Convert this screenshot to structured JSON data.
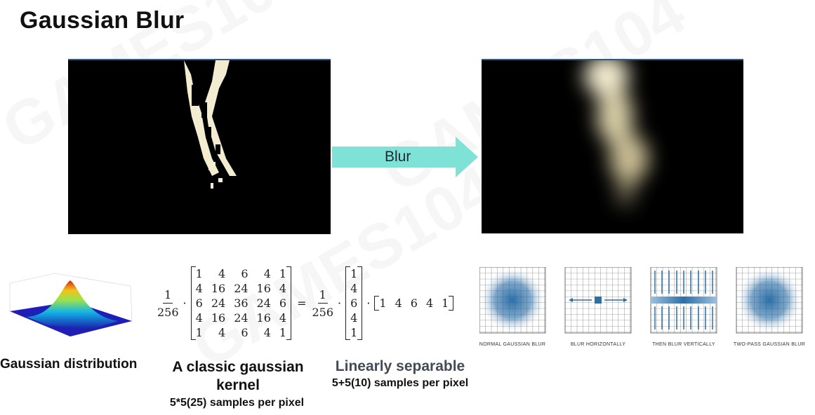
{
  "title": "Gaussian Blur",
  "arrow": {
    "label": "Blur",
    "color": "#7ee3d6"
  },
  "kernel": {
    "fraction": {
      "numerator": "1",
      "denominator": "256"
    },
    "rows": [
      [
        "1",
        "4",
        "6",
        "4",
        "1"
      ],
      [
        "4",
        "16",
        "24",
        "16",
        "4"
      ],
      [
        "6",
        "24",
        "36",
        "24",
        "6"
      ],
      [
        "4",
        "16",
        "24",
        "16",
        "4"
      ],
      [
        "1",
        "4",
        "6",
        "4",
        "1"
      ]
    ],
    "equals": "=",
    "dot": "·",
    "column": [
      "1",
      "4",
      "6",
      "4",
      "1"
    ],
    "row": [
      "1",
      "4",
      "6",
      "4",
      "1"
    ]
  },
  "captions": {
    "distribution": "Gaussian distribution",
    "kernel_main": "A classic gaussian kernel",
    "kernel_sub": "5*5(25) samples per pixel",
    "separable_main": "Linearly separable",
    "separable_sub": "5+5(10) samples per pixel"
  },
  "grids": [
    "NORMAL GAUSSIAN BLUR",
    "BLUR HORIZONTALLY",
    "THEN BLUR VERTICALLY",
    "TWO-PASS GAUSSIAN BLUR"
  ],
  "colors": {
    "blue": "#2e6fa6",
    "panel": "#000000",
    "bright": "#f3ecd0"
  }
}
